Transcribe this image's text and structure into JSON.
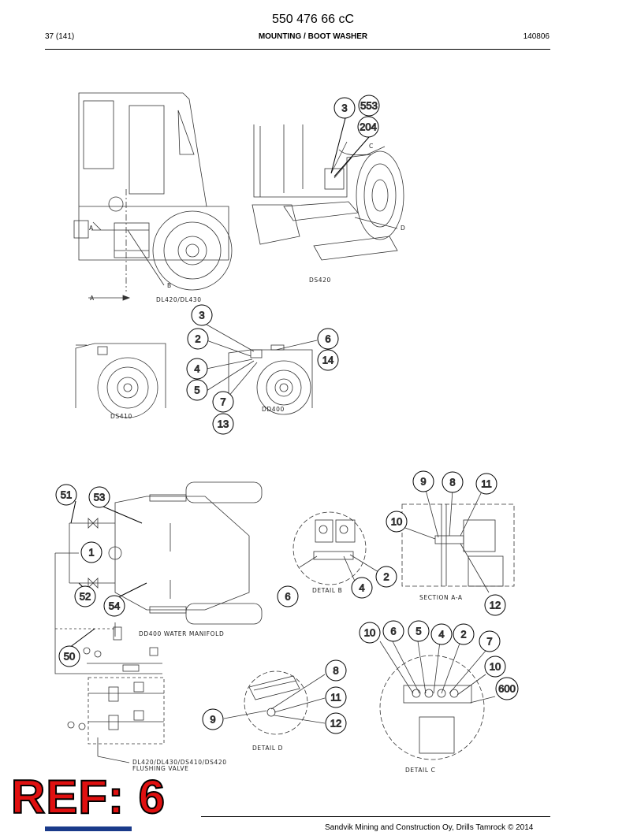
{
  "header": {
    "document_number": "550 476 66 cC",
    "page_index": "37 (141)",
    "title": "MOUNTING / BOOT WASHER",
    "date_code": "140806"
  },
  "labels": {
    "view_a": "A",
    "view_b": "B",
    "view_c": "C",
    "view_d": "D",
    "model_dl420": "DL420/DL430",
    "model_ds420": "DS420",
    "model_ds410": "DS410",
    "model_dd400": "DD400",
    "detail_b": "DETAIL B",
    "detail_c": "DETAIL C",
    "detail_d": "DETAIL D",
    "section_aa": "SECTION A-A",
    "manifold": "DD400 WATER MANIFOLD",
    "flushing": "DL420/DL430/DS410/DS420",
    "flushing2": "FLUSHING VALVE"
  },
  "callouts": {
    "c553": "553",
    "c3a": "3",
    "c204": "204",
    "c3b": "3",
    "c2a": "2",
    "c4a": "4",
    "c5a": "5",
    "c7a": "7",
    "c13": "13",
    "c6a": "6",
    "c14": "14",
    "c51": "51",
    "c53": "53",
    "c1": "1",
    "c52": "52",
    "c54": "54",
    "c50": "50",
    "c6b": "6",
    "c4b": "4",
    "c2b": "2",
    "c9a": "9",
    "c8a": "8",
    "c11a": "11",
    "c10a": "10",
    "c12a": "12",
    "c10b": "10",
    "c6c": "6",
    "c5b": "5",
    "c4c": "4",
    "c2c": "2",
    "c7b": "7",
    "c10c": "10",
    "c600": "600",
    "c8b": "8",
    "c11b": "11",
    "c9b": "9",
    "c12b": "12"
  },
  "stamp": {
    "ref": "REF: 6"
  },
  "footer": {
    "copyright": "Sandvik Mining and Construction Oy, Drills Tamrock © 2014"
  }
}
